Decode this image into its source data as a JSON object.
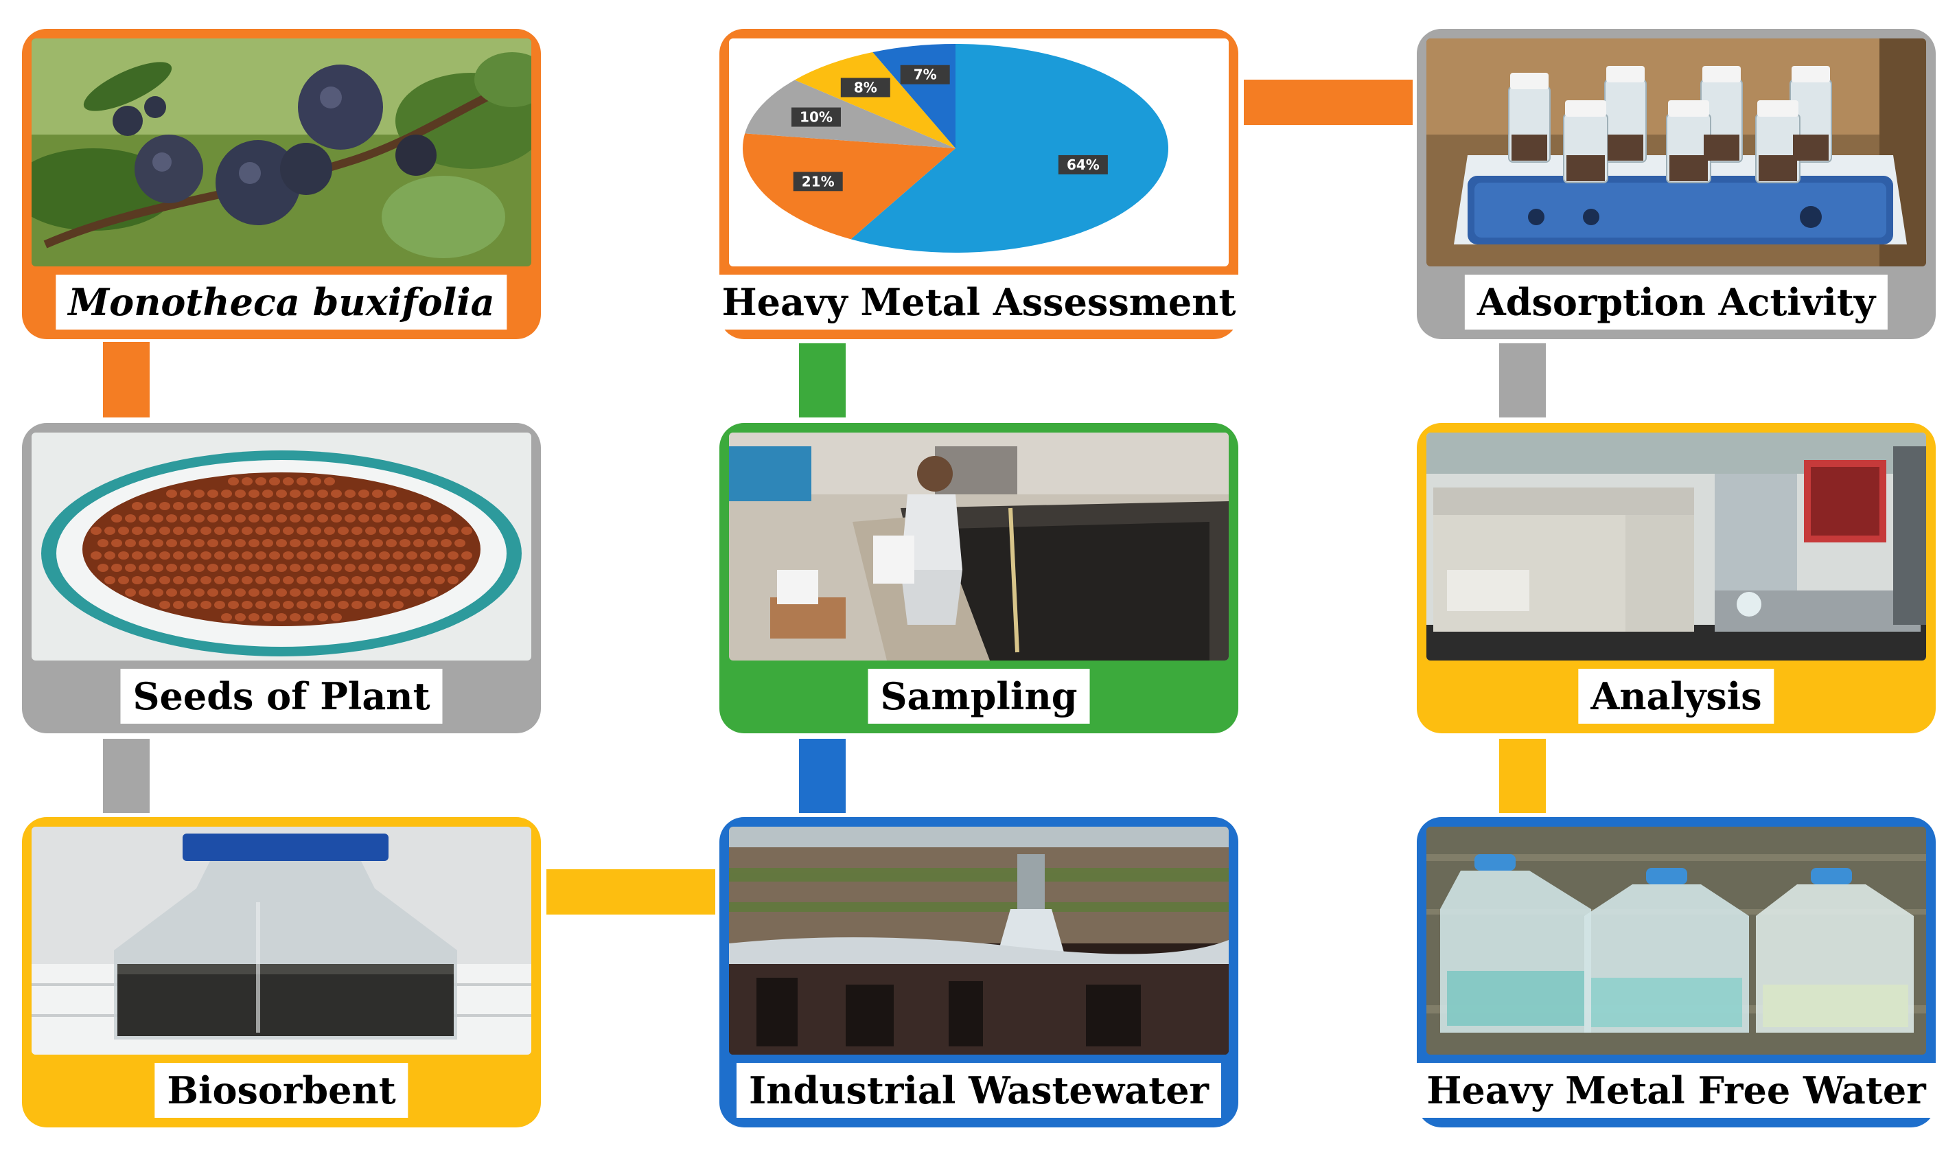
{
  "colors": {
    "orange": "#F47D23",
    "gray": "#A6A6A6",
    "green": "#3CAA3C",
    "blue": "#1E6FCC",
    "yellow": "#FDBE10"
  },
  "cards": {
    "monotheca": {
      "label": "Monotheca buxifolia",
      "color": "orange",
      "icon": "berries-photo"
    },
    "heavy_metal_assessment": {
      "label": "Heavy Metal Assessment",
      "color": "orange",
      "icon": "pie-chart"
    },
    "adsorption": {
      "label": "Adsorption Activity",
      "color": "gray",
      "icon": "shaker-vials-photo"
    },
    "seeds": {
      "label": "Seeds of Plant",
      "color": "gray",
      "icon": "seeds-plate-photo"
    },
    "sampling": {
      "label": "Sampling",
      "color": "green",
      "icon": "sampling-tank-photo"
    },
    "analysis": {
      "label": "Analysis",
      "color": "yellow",
      "icon": "spectrometer-photo"
    },
    "biosorbent": {
      "label": "Biosorbent",
      "color": "yellow",
      "icon": "biosorbent-bottle-photo"
    },
    "industrial_wastewater": {
      "label": "Industrial Wastewater",
      "color": "blue",
      "icon": "wastewater-canal-photo"
    },
    "heavy_metal_free_water": {
      "label": "Heavy Metal Free Water",
      "color": "blue",
      "icon": "clean-water-bottles-photo"
    }
  },
  "pie": {
    "slices": [
      {
        "label": "64%",
        "value": 64,
        "color": "#1B9BD9"
      },
      {
        "label": "21%",
        "value": 21,
        "color": "#F47D23"
      },
      {
        "label": "10%",
        "value": 10,
        "color": "#A6A6A6"
      },
      {
        "label": "8%",
        "value": 8,
        "color": "#FDBE10"
      },
      {
        "label": "7%",
        "value": 7,
        "color": "#1E6FCC"
      }
    ]
  }
}
